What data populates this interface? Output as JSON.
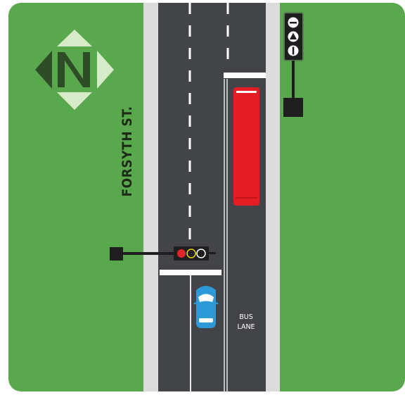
{
  "compass": {
    "letter": "N",
    "icon": "north-compass-icon"
  },
  "street": {
    "name": "FORSYTH ST."
  },
  "bus_lane": {
    "line1": "BUS",
    "line2": "LANE"
  },
  "signals": {
    "car_signal": {
      "icon": "traffic-light-icon",
      "lit": "red",
      "lights": [
        "red",
        "yellow",
        "white"
      ]
    },
    "bus_signal": {
      "icon": "transit-signal-icon",
      "aspects": [
        "horizontal-bar",
        "triangle",
        "vertical-bar"
      ]
    }
  },
  "vehicles": {
    "bus": "bus-icon",
    "car": "car-icon"
  },
  "colors": {
    "grass": "#5aa84e",
    "road": "#434447",
    "sidewalk": "#dcdcdc",
    "signal_red": "#e0242b",
    "bus": "#e41d25",
    "car": "#2d9ad7",
    "compass_dark": "#2e4d27",
    "compass_light": "#d7ebc9"
  }
}
